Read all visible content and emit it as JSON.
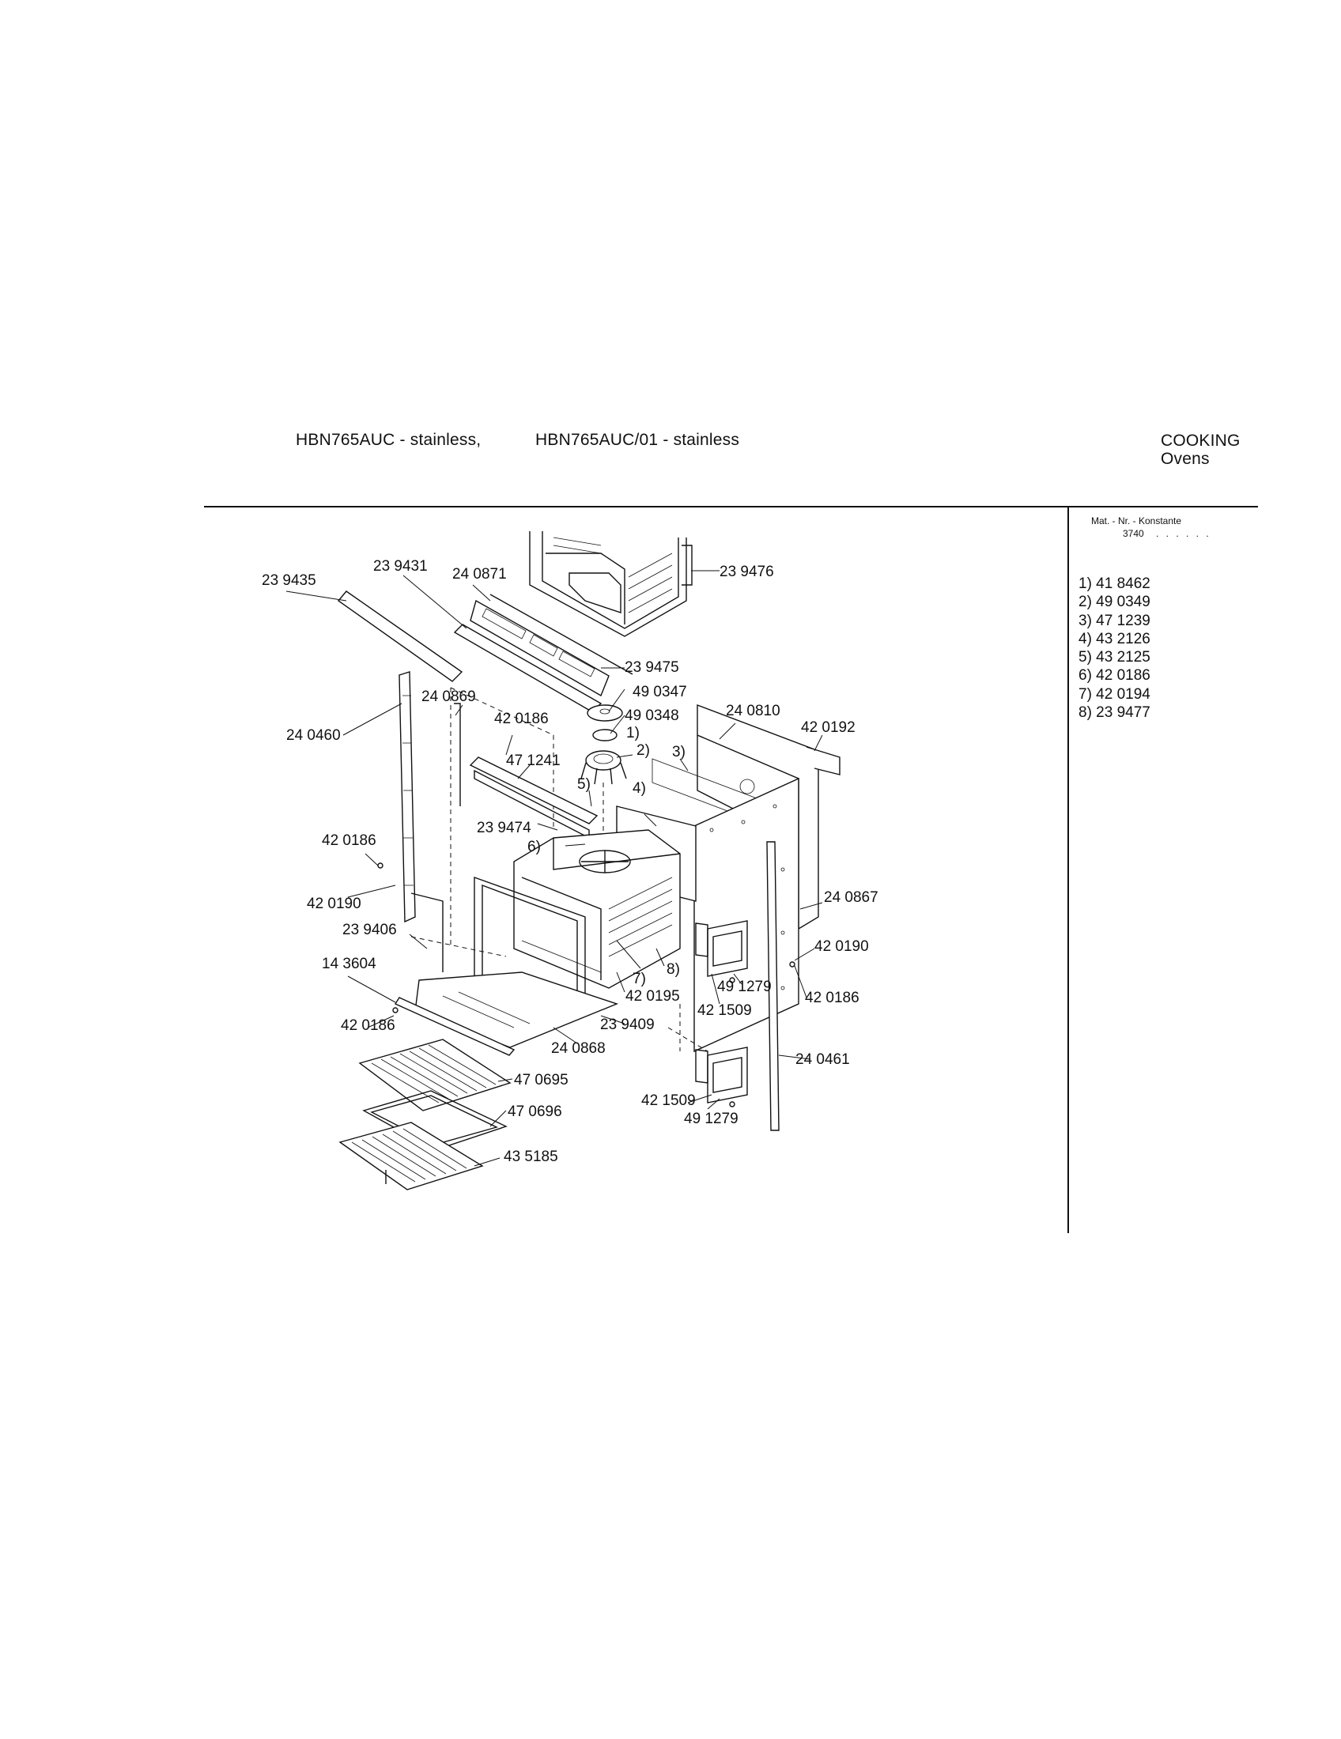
{
  "header": {
    "models": [
      "HBN765AUC - stainless,",
      "HBN765AUC/01 - stainless"
    ],
    "category": "COOKING",
    "subcategory": "Ovens"
  },
  "side_panel": {
    "title": "Mat. - Nr. - Konstante",
    "constant": "3740",
    "constant_dots": ". . . . . .",
    "footnotes": [
      "1) 41 8462",
      "2) 49 0349",
      "3) 47 1239",
      "4) 43 2126",
      "5) 43 2125",
      "6) 42 0186",
      "7) 42 0194",
      "8) 23 9477"
    ]
  },
  "diagram": {
    "part_labels": [
      "23 9435",
      "23 9431",
      "24 0871",
      "23 9476",
      "23 9475",
      "24 0869",
      "49 0347",
      "49 0348",
      "24 0810",
      "42 0192",
      "42 0186",
      "24 0460",
      "47 1241",
      "1)",
      "2)",
      "3)",
      "5)",
      "4)",
      "23 9474",
      "6)",
      "42 0186",
      "42 0190",
      "24 0867",
      "23 9406",
      "42 0190",
      "14 3604",
      "7)",
      "8)",
      "49 1279",
      "42 0186",
      "42 0195",
      "42 1509",
      "23 9409",
      "42 0186",
      "24 0868",
      "24 0461",
      "47 0695",
      "42 1509",
      "47 0696",
      "49 1279",
      "43 5185"
    ]
  }
}
